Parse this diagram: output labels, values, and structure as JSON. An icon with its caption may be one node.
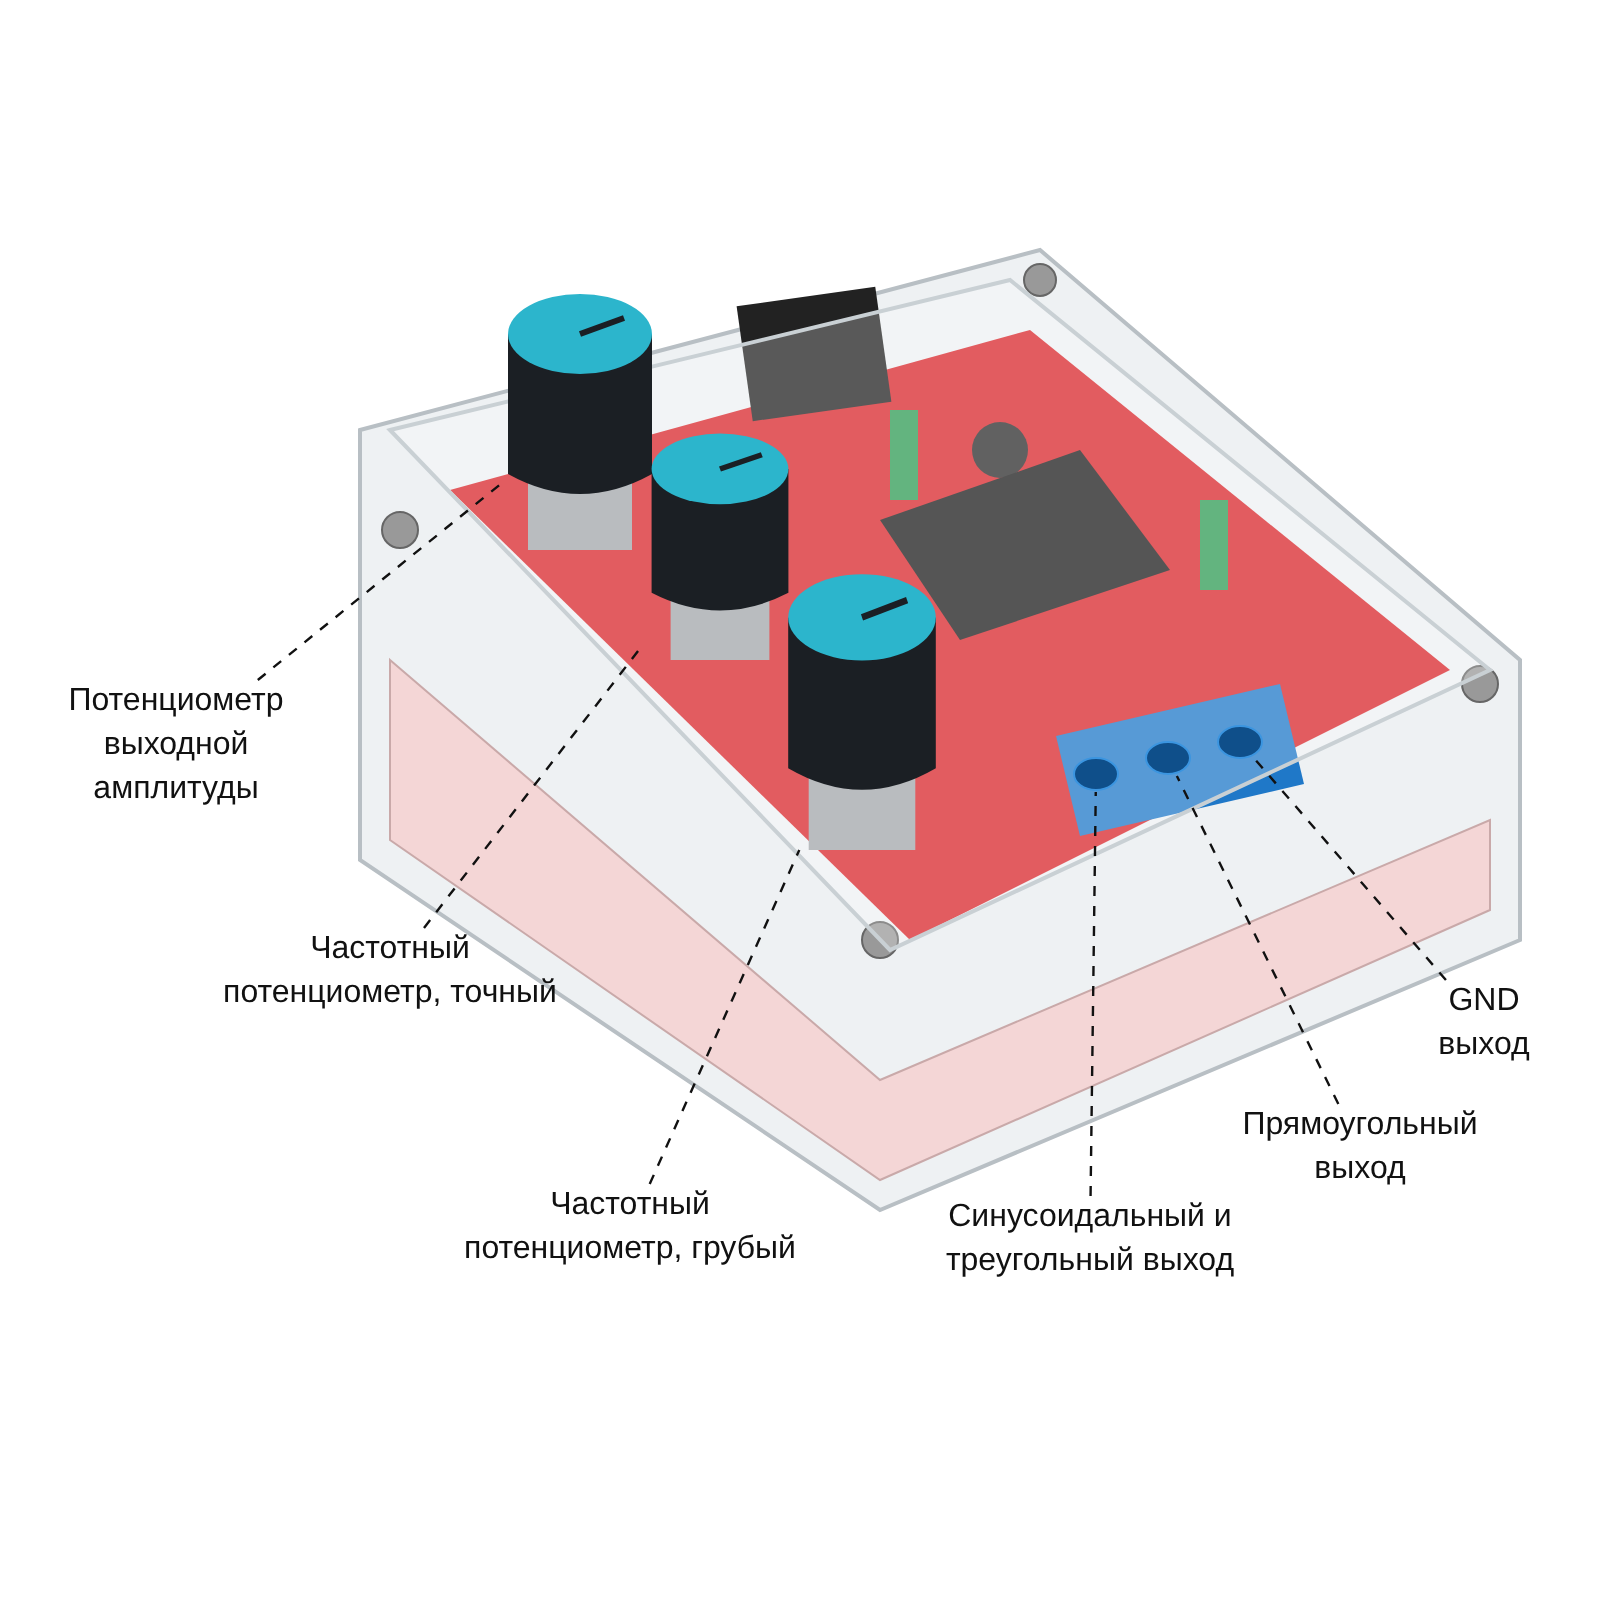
{
  "diagram": {
    "nodes": [
      {
        "text": [
          "Потенциометр выходной амплитуды"
        ]
      },
      {
        "text": [
          "Частотный потенциометр, точный"
        ]
      },
      {
        "text": [
          "Частотный потенциометр, грубый"
        ]
      },
      {
        "text": [
          "Синусоидальный и треугольный выход"
        ]
      },
      {
        "text": [
          "Прямоугольный выход"
        ]
      },
      {
        "text": [
          "GND выход"
        ]
      },
      {
        "text": [],
        "shape": "cylinder"
      },
      {
        "text": [],
        "shape": "cylinder"
      },
      {
        "text": [],
        "shape": "cylinder"
      },
      {
        "text": [],
        "shape": "circle"
      },
      {
        "text": [],
        "shape": "circle"
      },
      {
        "text": [],
        "shape": "circle"
      }
    ],
    "edges": [
      {
        "from": 0,
        "to": 6,
        "arrow": "none",
        "style": "dashed"
      },
      {
        "from": 1,
        "to": 7,
        "arrow": "none",
        "style": "dashed"
      },
      {
        "from": 2,
        "to": 8,
        "arrow": "none",
        "style": "dashed"
      },
      {
        "from": 3,
        "to": 9,
        "arrow": "none",
        "style": "dashed"
      },
      {
        "from": 4,
        "to": 10,
        "arrow": "none",
        "style": "dashed"
      },
      {
        "from": 5,
        "to": 11,
        "arrow": "none",
        "style": "dashed"
      }
    ]
  }
}
